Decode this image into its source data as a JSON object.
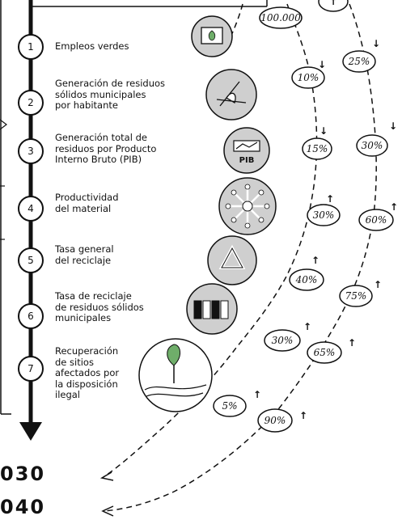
{
  "indicators": [
    {
      "num": "1",
      "label": [
        "Empleos verdes"
      ]
    },
    {
      "num": "2",
      "label": [
        "Generación de residuos",
        "sólidos municipales",
        "por habitante"
      ]
    },
    {
      "num": "3",
      "label": [
        "Generación total de",
        "residuos por Producto",
        "Interno Bruto (PIB)"
      ]
    },
    {
      "num": "4",
      "label": [
        "Productividad",
        "del material"
      ]
    },
    {
      "num": "5",
      "label": [
        "Tasa general",
        "del reciclaje"
      ]
    },
    {
      "num": "6",
      "label": [
        "Tasa de reciclaje",
        "de residuos sólidos",
        "municipales"
      ]
    },
    {
      "num": "7",
      "label": [
        "Recuperación",
        "de sitios",
        "afectados por",
        "la disposición",
        "ilegal"
      ]
    }
  ],
  "icons": [
    {
      "name": "green-jobs-icon",
      "text": ""
    },
    {
      "name": "household-waste-icon",
      "text": ""
    },
    {
      "name": "gdp-icon",
      "text": "PIB"
    },
    {
      "name": "material-productivity-icon",
      "text": ""
    },
    {
      "name": "recycling-icon",
      "text": ""
    },
    {
      "name": "bins-icon",
      "text": ""
    },
    {
      "name": "site-recovery-icon",
      "text": ""
    }
  ],
  "targets_2030": [
    {
      "value": "100.000",
      "trend": ""
    },
    {
      "value": "10%",
      "trend": "↓"
    },
    {
      "value": "15%",
      "trend": "↓"
    },
    {
      "value": "30%",
      "trend": "↑"
    },
    {
      "value": "40%",
      "trend": "↑"
    },
    {
      "value": "30%",
      "trend": "↑"
    },
    {
      "value": "5%",
      "trend": "↑"
    }
  ],
  "targets_2040": [
    {
      "value": "",
      "trend": "↑"
    },
    {
      "value": "25%",
      "trend": "↓"
    },
    {
      "value": "30%",
      "trend": "↓"
    },
    {
      "value": "60%",
      "trend": "↑"
    },
    {
      "value": "75%",
      "trend": "↑"
    },
    {
      "value": "65%",
      "trend": "↑"
    },
    {
      "value": "90%",
      "trend": "↑"
    }
  ],
  "years": [
    "030",
    "040"
  ],
  "colors": {
    "ink": "#111111",
    "icon_fill": "#cfcfcf",
    "leaf": "#6fae6a"
  }
}
